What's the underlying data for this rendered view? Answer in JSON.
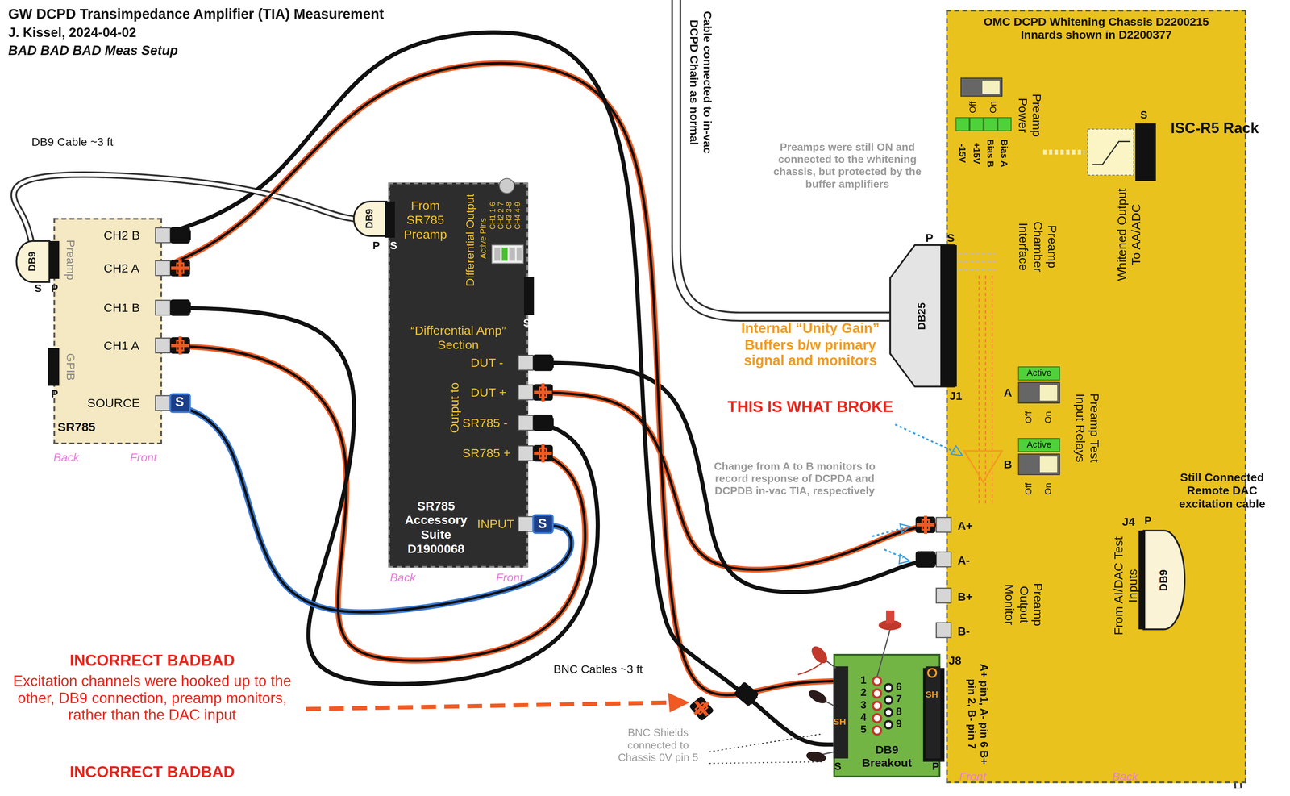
{
  "diagram": {
    "title": "GW DCPD Transimpedance Amplifier (TIA) Measurement",
    "nodes": [
      {
        "text": [
          "SR785"
        ]
      },
      {
        "text": [
          "DB9"
        ]
      },
      {
        "text": [
          "DB9"
        ]
      },
      {
        "text": [
          "SR785 Accessory Suite D1900068"
        ]
      },
      {
        "text": [
          "OMC DCPD Whitening Chassis D2200215 Innards shown in D2200377"
        ]
      },
      {
        "text": [
          "DB25"
        ],
        "in": 4
      },
      {
        "text": [
          "DB9"
        ],
        "in": 4
      },
      {
        "text": [
          "DB9 Breakout"
        ]
      }
    ],
    "edges": [
      {
        "from": 1,
        "to": 2,
        "arrow": "none"
      },
      {
        "from": 0,
        "to": 3,
        "arrow": "none"
      },
      {
        "from": 0,
        "to": 3,
        "arrow": "none"
      },
      {
        "from": 0,
        "to": 3,
        "arrow": "none"
      },
      {
        "from": 3,
        "to": 4,
        "arrow": "none"
      },
      {
        "from": 3,
        "to": 4,
        "arrow": "none"
      },
      {
        "from": 0,
        "to": 7,
        "arrow": "none"
      },
      {
        "from": 0,
        "to": 7,
        "arrow": "none"
      }
    ],
    "labels": [
      "J. Kissel, 2024-04-02",
      "BAD BAD BAD Meas Setup",
      "DB9 Cable ~3 ft",
      "CH2 B",
      "CH2 A",
      "CH1 B",
      "CH1 A",
      "SOURCE",
      "Preamp",
      "GPIB",
      "S",
      "P",
      "P",
      "Back",
      "Front",
      "S",
      "From SR785 Preamp",
      "P",
      "S",
      "Differential Output",
      "Active Pins",
      "CH1 1-6",
      "CH2 2-7",
      "CH3 3-8",
      "CH4 4-9",
      "S",
      "“Differential Amp” Section",
      "Output to",
      "DUT -",
      "DUT +",
      "SR785 -",
      "SR785 +",
      "INPUT",
      "S",
      "Back",
      "Front",
      "Cable connected to in-vac DCPD Chain as normal",
      "Preamps were still ON and connected to the whitening chassis, but protected by the buffer amplifiers",
      "Internal “Unity Gain” Buffers b/w primary signal and monitors",
      "THIS IS WHAT BROKE",
      "Change from A to B monitors to record response of DCPDA and DCPDB in-vac TIA, respectively",
      "INCORRECT BADBAD",
      "Excitation channels were hooked up to the other, DB9 connection, preamp monitors, rather than the DAC input",
      "INCORRECT BADBAD",
      "BNC Cables ~3 ft",
      "BNC Shields connected to Chassis 0V pin 5",
      "Off",
      "On",
      "-15V",
      "+15V",
      "Bias B",
      "Bias A",
      "Preamp Power",
      "S",
      "Whitened Output To AA/ADC",
      "ISC-R5 Rack",
      "P",
      "S",
      "Preamp Chamber Interface",
      "J1",
      "A",
      "Active",
      "Off",
      "On",
      "B",
      "Active",
      "Off",
      "On",
      "Preamp Test Input Relays",
      "A+",
      "A-",
      "B+",
      "B-",
      "Preamp Output Monitor",
      "J8",
      "A+ pin1, A- pin 6 B+ pin 2, B- pin 7",
      "Front",
      "Back",
      "P",
      "J4",
      "From AI/DAC Test Inputs",
      "Still Connected Remote DAC excitation cable",
      "1",
      "2",
      "3",
      "4",
      "5",
      "6",
      "7",
      "8",
      "9",
      "SH",
      "SH",
      "S",
      "P"
    ]
  }
}
